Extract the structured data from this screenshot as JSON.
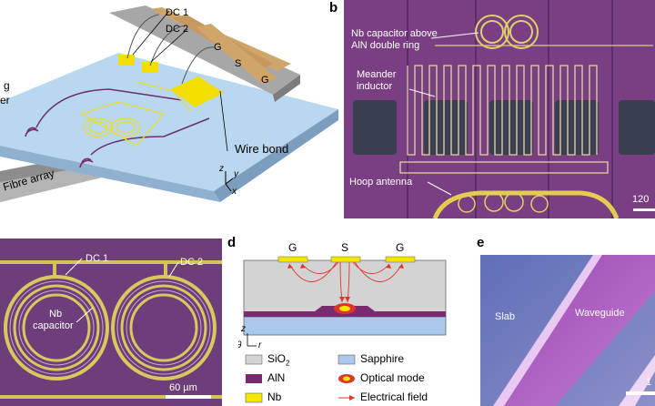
{
  "panel_a": {
    "labels": {
      "dc1": "DC 1",
      "dc2": "DC 2",
      "g1": "G",
      "s": "S",
      "g2": "G",
      "left_top": "g",
      "left_bottom": "er",
      "wire_bond": "Wire bond",
      "fibre_array": "Fibre array"
    },
    "axes": {
      "z": "z",
      "y": "y",
      "x": "x"
    }
  },
  "panel_b": {
    "letter": "b",
    "annotations": {
      "capacitor_line1": "Nb capacitor above",
      "capacitor_line2": "AlN double ring",
      "meander_line1": "Meander",
      "meander_line2": "inductor",
      "hoop": "Hoop antenna",
      "scale": "120"
    }
  },
  "panel_c": {
    "annotations": {
      "dc1": "DC 1",
      "dc2": "DC 2",
      "cap_line1": "Nb",
      "cap_line2": "capacitor",
      "scale": "60 µm"
    }
  },
  "panel_d": {
    "letter": "d",
    "electrodes": {
      "g1": "G",
      "s": "S",
      "g2": "G"
    },
    "axes": {
      "z": "z",
      "theta": "θ",
      "r": "r"
    },
    "legend": {
      "sio2": "SiO",
      "sio2_sub": "2",
      "sapphire": "Sapphire",
      "aln": "AlN",
      "optical": "Optical mode",
      "nb": "Nb",
      "field": "Electrical field"
    },
    "colors": {
      "sio2": "#d3d3d3",
      "sapphire": "#a9c8ec",
      "aln": "#7a2a6e",
      "nb": "#f4e600",
      "field": "#e0342a"
    }
  },
  "panel_e": {
    "letter": "e",
    "labels": {
      "slab": "Slab",
      "waveguide": "Waveguide",
      "scale": "1"
    }
  }
}
